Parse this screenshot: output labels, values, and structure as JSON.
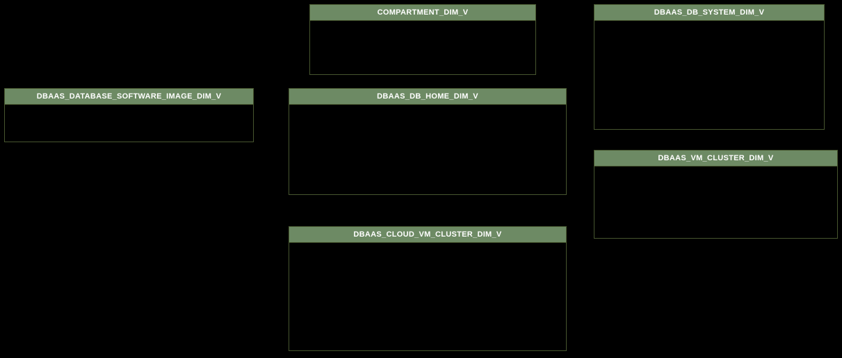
{
  "diagram": {
    "type": "schema-entity-diagram",
    "colors": {
      "background": "#000000",
      "header_fill": "#6d8a64",
      "border": "#47562f",
      "header_text": "#ffffff",
      "body_fill": "#000000"
    },
    "entities": [
      {
        "name": "COMPARTMENT_DIM_V"
      },
      {
        "name": "DBAAS_DB_SYSTEM_DIM_V"
      },
      {
        "name": "DBAAS_DATABASE_SOFTWARE_IMAGE_DIM_V"
      },
      {
        "name": "DBAAS_DB_HOME_DIM_V"
      },
      {
        "name": "DBAAS_VM_CLUSTER_DIM_V"
      },
      {
        "name": "DBAAS_CLOUD_VM_CLUSTER_DIM_V"
      }
    ]
  }
}
